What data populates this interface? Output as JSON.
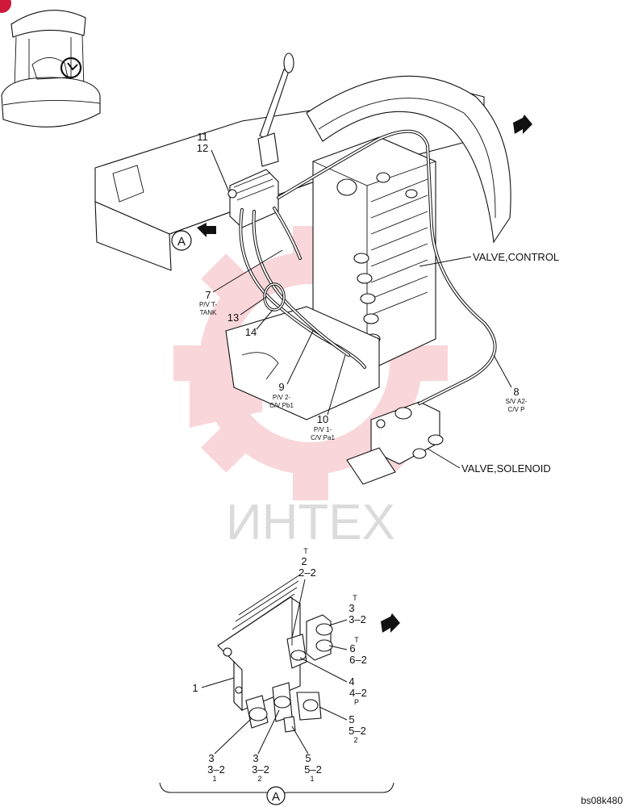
{
  "watermark": {
    "text": "ИНТЕХ",
    "color": "#e8475a"
  },
  "doc_code": "bs08k480",
  "view_marker": "A",
  "callouts": {
    "c11": "11",
    "c12": "12",
    "c7": "7",
    "c7_sub1": "P/V T-",
    "c7_sub2": "TANK",
    "c13": "13",
    "c14": "14",
    "c9": "9",
    "c9_sub1": "P/V 2-",
    "c9_sub2": "C/V Pb1",
    "c10": "10",
    "c10_sub1": "P/V 1-",
    "c10_sub2": "C/V Pa1",
    "c8": "8",
    "c8_sub1": "S/V A2-",
    "c8_sub2": "C/V P",
    "valve_control": "VALVE,CONTROL",
    "valve_solenoid": "VALVE,SOLENOID"
  },
  "detail": {
    "t_top": "T",
    "p2": "2",
    "p2_2": "2–2",
    "t3": "T",
    "p3": "3",
    "p3_2": "3–2",
    "t6": "T",
    "p6": "6",
    "p6_2": "6–2",
    "p4": "4",
    "p4_2": "4–2",
    "p4_sub": "P",
    "p5r": "5",
    "p5r_2": "5–2",
    "p5r_sub": "2",
    "p1": "1",
    "p3a": "3",
    "p3a_2": "3–2",
    "p3a_sub": "1",
    "p3b": "3",
    "p3b_2": "3–2",
    "p3b_sub": "2",
    "p5b": "5",
    "p5b_2": "5–2",
    "p5b_sub": "1"
  }
}
